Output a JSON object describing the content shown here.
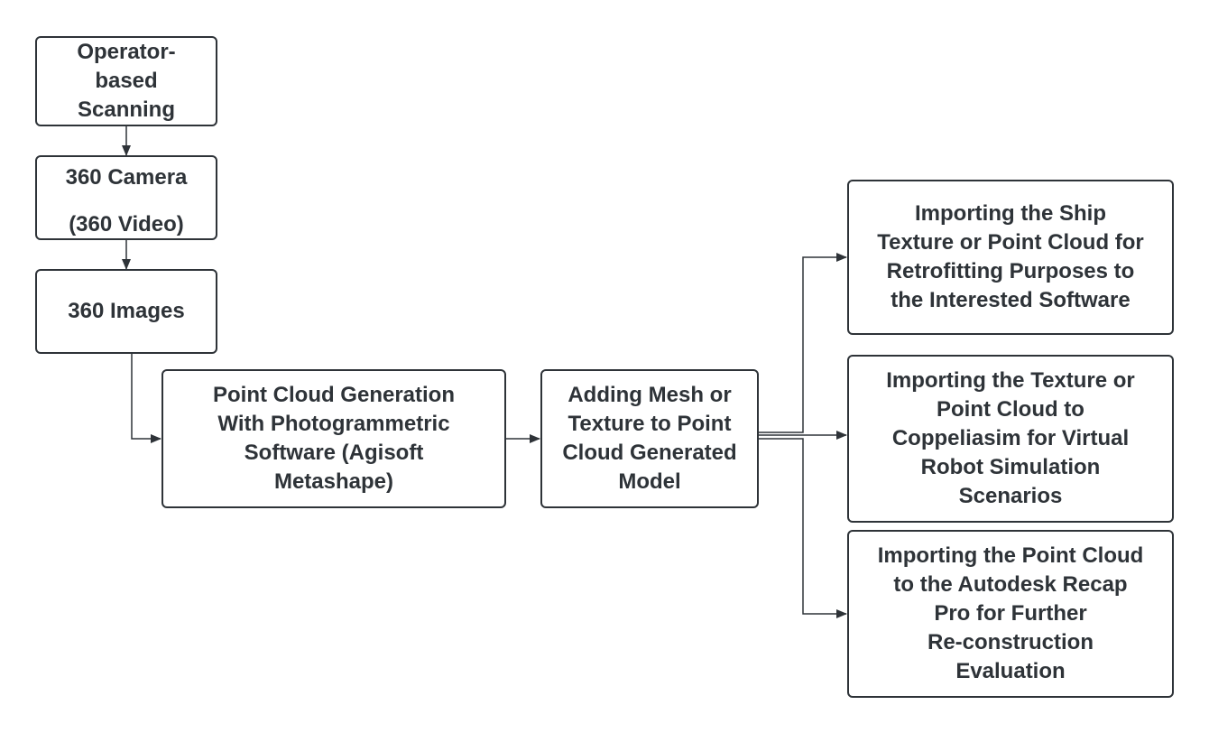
{
  "diagram": {
    "colors": {
      "stroke": "#2e3338",
      "text": "#2e3338",
      "background": "#ffffff"
    },
    "nodes": {
      "operator_scanning": "Operator-based\nScanning",
      "camera_line1": "360 Camera",
      "camera_line2": "(360 Video)",
      "images": "360 Images",
      "point_cloud_generation": "Point Cloud Generation\nWith Photogrammetric\nSoftware (Agisoft\nMetashape)",
      "adding_mesh": "Adding Mesh or\nTexture to Point\nCloud Generated\nModel",
      "import_ship": "Importing the Ship\nTexture or Point Cloud for\nRetrofitting Purposes to\nthe Interested Software",
      "import_coppeliasim": "Importing the Texture or\nPoint Cloud to\nCoppeliasim for Virtual\nRobot Simulation\nScenarios",
      "import_recap": "Importing the Point Cloud\nto the Autodesk Recap\nPro for Further\nRe-construction\nEvaluation"
    }
  }
}
